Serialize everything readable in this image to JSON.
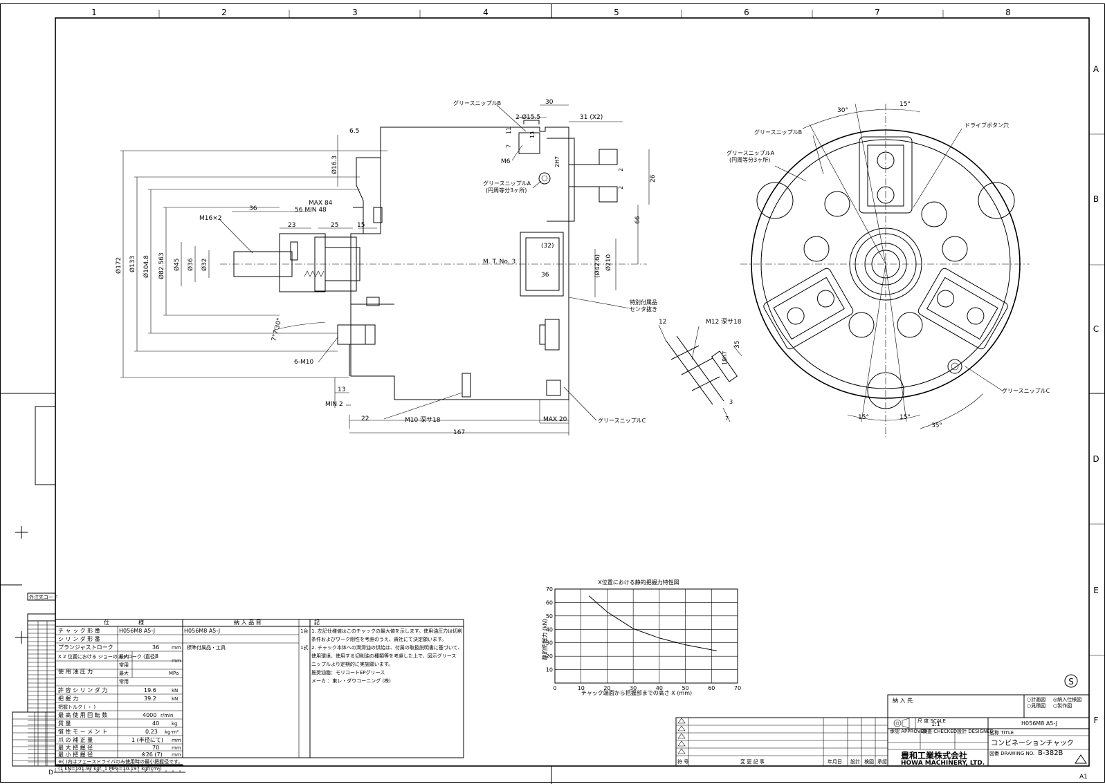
{
  "border": {
    "cols": [
      "1",
      "2",
      "3",
      "4",
      "5",
      "6",
      "7",
      "8"
    ],
    "rows": [
      "A",
      "B",
      "C",
      "D",
      "E",
      "F"
    ],
    "bottom_left": "D",
    "bottom_right": "A1"
  },
  "side_view": {
    "labels": {
      "d172": "Ø172",
      "d133": "Ø133",
      "d1048": "Ø104.8",
      "d82563": "Ø82.563",
      "d45": "Ø45",
      "d36": "Ø36",
      "d32": "Ø32",
      "d163": "Ø16.3",
      "m16": "M16×2",
      "d65": "6.5",
      "max84": "MAX 84",
      "min48": "56 MIN 48",
      "d36b": "36",
      "d23": "23",
      "d25": "25",
      "d15": "15",
      "ang": "7°7'30\"",
      "m10": "6-M10",
      "d13": "13",
      "min2": "MIN 2",
      "d22": "22",
      "m10deep": "M10 深サ18",
      "d167": "167"
    }
  },
  "front_section": {
    "labels": {
      "nippleB": "グリースニップルB",
      "d30": "30",
      "hole": "2-Ø15.5",
      "d31": "31 (X2)",
      "d11": "11",
      "d7": "7",
      "d13b": "13",
      "m6": "M6",
      "h7": "2H7",
      "d2a": "2",
      "d2b": "2",
      "d26": "26",
      "nippleA": "グリースニップルA",
      "nippleA_sub": "(円周等分3ヶ所)",
      "d66": "66",
      "d32p": "(32)",
      "mt": "M. T. No. 3",
      "d36c": "36",
      "d426": "(Ø42.6)",
      "d210": "Ø210",
      "acc": "特別付属品",
      "acc2": "センタ抜き",
      "max20": "MAX 20",
      "nippleC": "グリースニップルC"
    }
  },
  "detail_view": {
    "labels": {
      "d12": "12",
      "m12": "M12 深サ18",
      "d35": "35",
      "d8h7": "18h7",
      "d3": "3",
      "d7": "7"
    }
  },
  "front_view": {
    "labels": {
      "a30": "30°",
      "a15": "15°",
      "drive": "ドライブボタン穴",
      "nippleB": "グリースニップルB",
      "nippleA": "グリースニップルA",
      "nippleA_sub": "(円周等分3ヶ所)",
      "nippleC": "グリースニップルC",
      "a15b": "15°",
      "a15c": "15°",
      "a35": "35°"
    }
  },
  "chart_data": {
    "type": "line",
    "title": "X位置における静的把握力特性図",
    "xlabel": "チャック端面から把握部までの高さ  X  (mm)",
    "ylabel": "静的把握力 (kN)",
    "xlim": [
      0,
      70
    ],
    "ylim": [
      0,
      70
    ],
    "xticks": [
      0,
      10,
      20,
      30,
      40,
      50,
      60,
      70
    ],
    "yticks": [
      10,
      20,
      30,
      40,
      50,
      60,
      70
    ],
    "grid": true,
    "series": [
      {
        "x": [
          13,
          20,
          30,
          40,
          50,
          62
        ],
        "y": [
          65,
          53,
          40.5,
          33.5,
          28.5,
          24
        ]
      }
    ]
  },
  "spec_table": {
    "headers": [
      "仕",
      "様",
      "納 入 品 目",
      "記"
    ],
    "left_code": "外注先コード",
    "rows": [
      [
        "チ ャ ッ ク 形 番",
        "H056M8 A5-J",
        ""
      ],
      [
        "シ リ ン ダ 形 番",
        "",
        ""
      ],
      [
        "プランジャストローク",
        "36",
        "mm"
      ],
      [
        "X 2 位置における ジョーのストローク (直径)",
        "8",
        "mm"
      ],
      [
        "使 用 油 圧 力",
        "",
        "MPa"
      ],
      [
        "許 容 シ リ ン ダ 力",
        "19.6",
        "kN"
      ],
      [
        "把 握 力",
        "39.2",
        "kN"
      ],
      [
        "把握トルク (  ・  )",
        "",
        ""
      ],
      [
        "最 高 使 用 回 転 数",
        "4000",
        "r/min"
      ],
      [
        "質          量",
        "40",
        "kg"
      ],
      [
        "慣 性 モ ー メ ン ト",
        "0.23",
        "kg·m²"
      ],
      [
        "爪 の 補 正 量",
        "1 (半径にて)",
        "mm"
      ],
      [
        "最 大 把 握 径",
        "70",
        "mm"
      ],
      [
        "最 小 把 握 径",
        "※26 (7)",
        "mm"
      ]
    ],
    "sub_max": "最大",
    "sub_use": "常用",
    "note_a": "※( )内はフェースドライバのみ使用時の最小把握径です。",
    "note_b": "(1 kN=101.97 kgf, 1 MPa=10.197 kgf/cm²)",
    "delivery": [
      {
        "item": "H056M8 A5-J",
        "qty": "1台"
      },
      {
        "item": "標準付属品・工具",
        "qty": "1式"
      }
    ],
    "remarks": [
      "1. 左記仕様値はこのチャックの最大値を示します。使用油圧力は切削",
      "   条件およびワーク剛性を考慮のうえ、貴社にて決定願います。",
      "2. チャック本体への潤滑油の供給は、付属の取扱説明書に基づいて、",
      "   使用環境、使用する切削油の種類等を考慮した上で、図示グリース",
      "   ニップルより定期的に実施願います。",
      "   推奨油脂：モリコートEPグリース",
      "   メーカ ：東レ・ダウコーニング (株)"
    ]
  },
  "title_block": {
    "customer_label": "納 入 先",
    "status": [
      "○計画図",
      "◎納入仕様図",
      "○見積図",
      "○製作図"
    ],
    "scale_label": "尺 度 SCALE",
    "scale": "1:1",
    "model": "H056M8 A5-J",
    "approved": "承認 APPROVED",
    "checked": "検査 CHECKED",
    "designed": "設計 DESIGNED",
    "title_label": "名称 TITLE",
    "title": "コンビネーションチャック",
    "drawing_label": "図番 DRAWING NO.",
    "drawing_no": "B-382B",
    "company": "豊和工業株式会社",
    "company_en": "HOWA MACHINERY, LTD.",
    "rev_footer": [
      "符 号",
      "変 更 記 事",
      "年月日",
      "設計",
      "検図",
      "承認"
    ],
    "s_mark": "S"
  }
}
